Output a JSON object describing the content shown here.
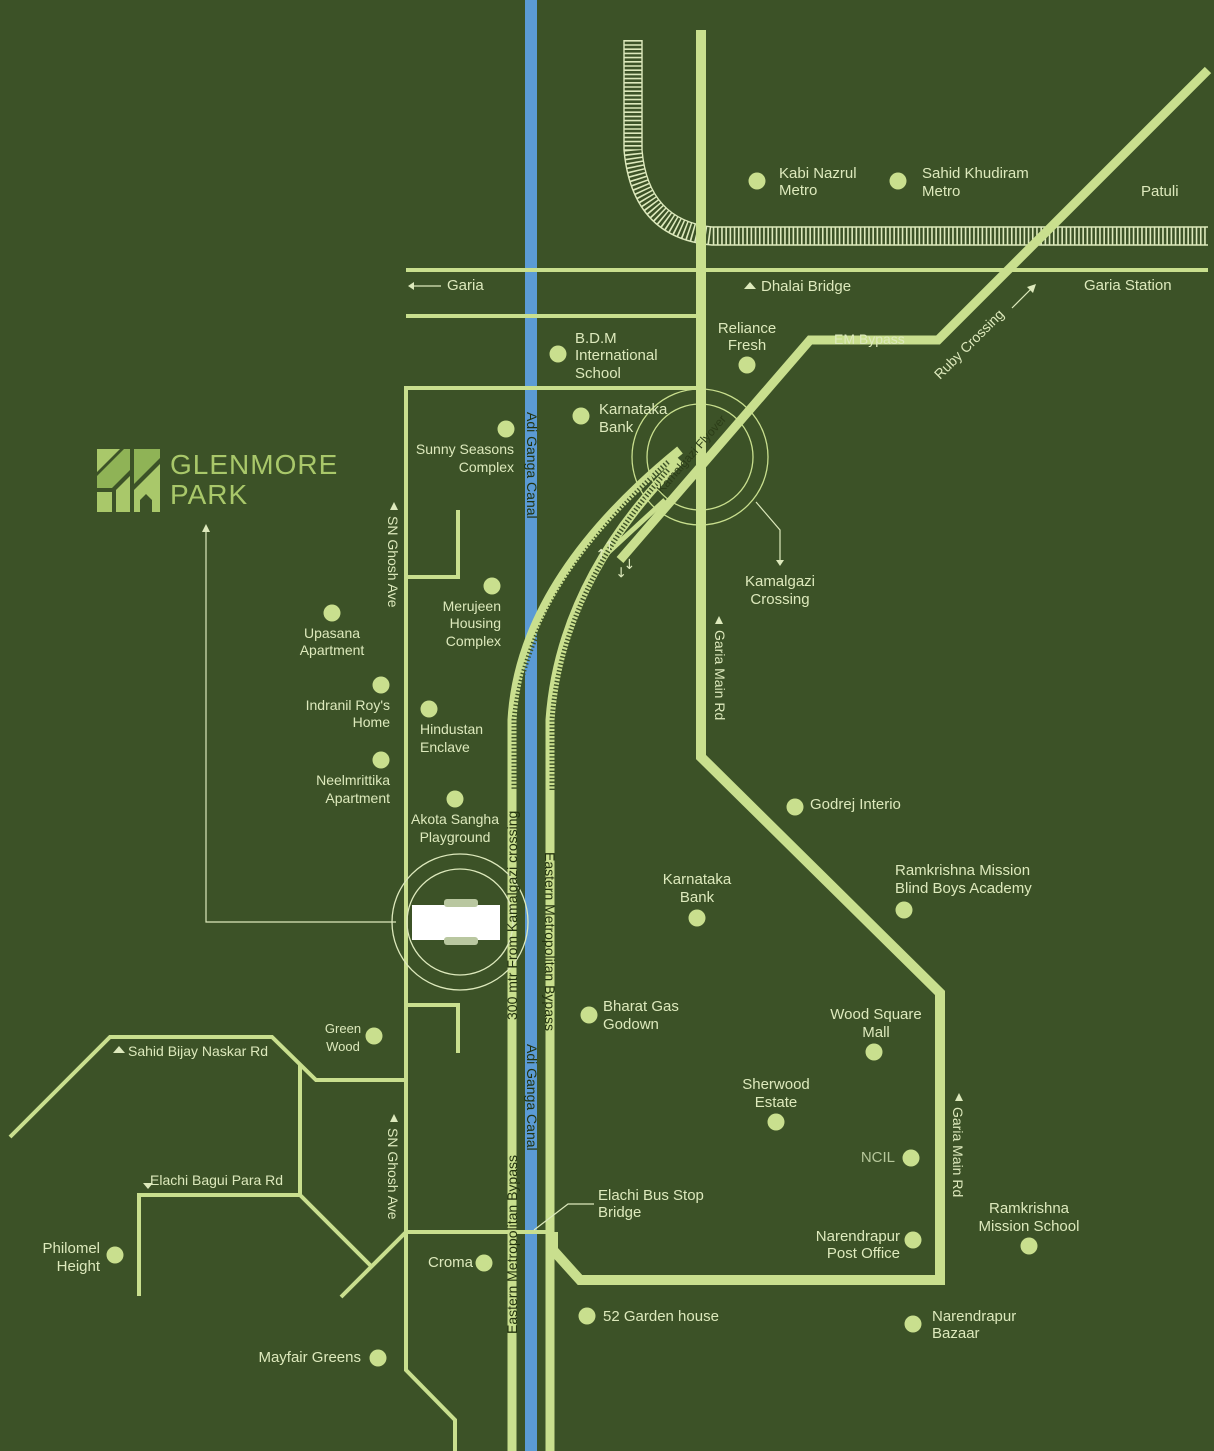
{
  "brand": {
    "line1": "GLENMORE",
    "line2": "PARK",
    "color": "#a9c86a",
    "logo_icon": "glenmore-park-logo-icon"
  },
  "colors": {
    "background": "#3c5227",
    "road": "#c9df8e",
    "canal": "#5b9bd5",
    "label": "#dde9bc"
  },
  "roads": {
    "garia": "Garia",
    "dhalai_bridge": "Dhalai Bridge",
    "garia_station": "Garia Station",
    "em_bypass": "EM Bypass",
    "ruby_crossing": "Ruby Crossing",
    "kamalgazi_flyover": "Kamalgazi Flyover",
    "sn_ghosh_ave_top": "SN Ghosh Ave",
    "sn_ghosh_ave_bottom": "SN Ghosh Ave",
    "adi_ganga_canal_top": "Adi Ganga Canal",
    "adi_ganga_canal_bottom": "Adi Ganga Canal",
    "garia_main_rd_top": "Garia Main Rd",
    "garia_main_rd_bottom": "Garia Main Rd",
    "eastern_metro_bypass_right": "Eastern Metropolitan Bypass",
    "eastern_metro_bypass_left": "Eastern Metropolitan Bypass",
    "kamalgazi_crossing_300": "300 mtr From Kamalgazi crossing",
    "sahid_bijay_naskar_rd": "Sahid Bijay Naskar Rd",
    "elachi_bagui_para_rd": "Elachi Bagui Para Rd"
  },
  "places": {
    "kabi_nazrul_1": "Kabi Nazrul",
    "kabi_nazrul_2": "Metro",
    "sahid_khudiram_1": "Sahid Khudiram",
    "sahid_khudiram_2": "Metro",
    "patuli": "Patuli",
    "bdm_1": "B.D.M",
    "bdm_2": "International",
    "bdm_3": "School",
    "reliance_1": "Reliance",
    "reliance_2": "Fresh",
    "karnataka_top_1": "Karnataka",
    "karnataka_top_2": "Bank",
    "sunny_1": "Sunny Seasons",
    "sunny_2": "Complex",
    "kamalgazi_crossing_1": "Kamalgazi",
    "kamalgazi_crossing_2": "Crossing",
    "merujeen_1": "Merujeen",
    "merujeen_2": "Housing",
    "merujeen_3": "Complex",
    "upasana_1": "Upasana",
    "upasana_2": "Apartment",
    "indranil_1": "Indranil Roy's",
    "indranil_2": "Home",
    "hindustan_1": "Hindustan",
    "hindustan_2": "Enclave",
    "neelmrittika_1": "Neelmrittika",
    "neelmrittika_2": "Apartment",
    "akota_1": "Akota Sangha",
    "akota_2": "Playground",
    "godrej": "Godrej Interio",
    "ramkrishna_blind_1": "Ramkrishna Mission",
    "ramkrishna_blind_2": "Blind Boys Academy",
    "karnataka_mid_1": "Karnataka",
    "karnataka_mid_2": "Bank",
    "green_wood_1": "Green",
    "green_wood_2": "Wood",
    "bharat_gas_1": "Bharat Gas",
    "bharat_gas_2": "Godown",
    "wood_square_1": "Wood Square",
    "wood_square_2": "Mall",
    "sherwood_1": "Sherwood",
    "sherwood_2": "Estate",
    "ncil": "NCIL",
    "elachi_bus_1": "Elachi Bus Stop",
    "elachi_bus_2": "Bridge",
    "ramkrishna_school_1": "Ramkrishna",
    "ramkrishna_school_2": "Mission School",
    "philomel_1": "Philomel",
    "philomel_2": "Height",
    "croma": "Croma",
    "narendrapur_po_1": "Narendrapur",
    "narendrapur_po_2": "Post Office",
    "garden_house": "52 Garden house",
    "narendrapur_bazaar_1": "Narendrapur",
    "narendrapur_bazaar_2": "Bazaar",
    "mayfair": "Mayfair Greens"
  }
}
